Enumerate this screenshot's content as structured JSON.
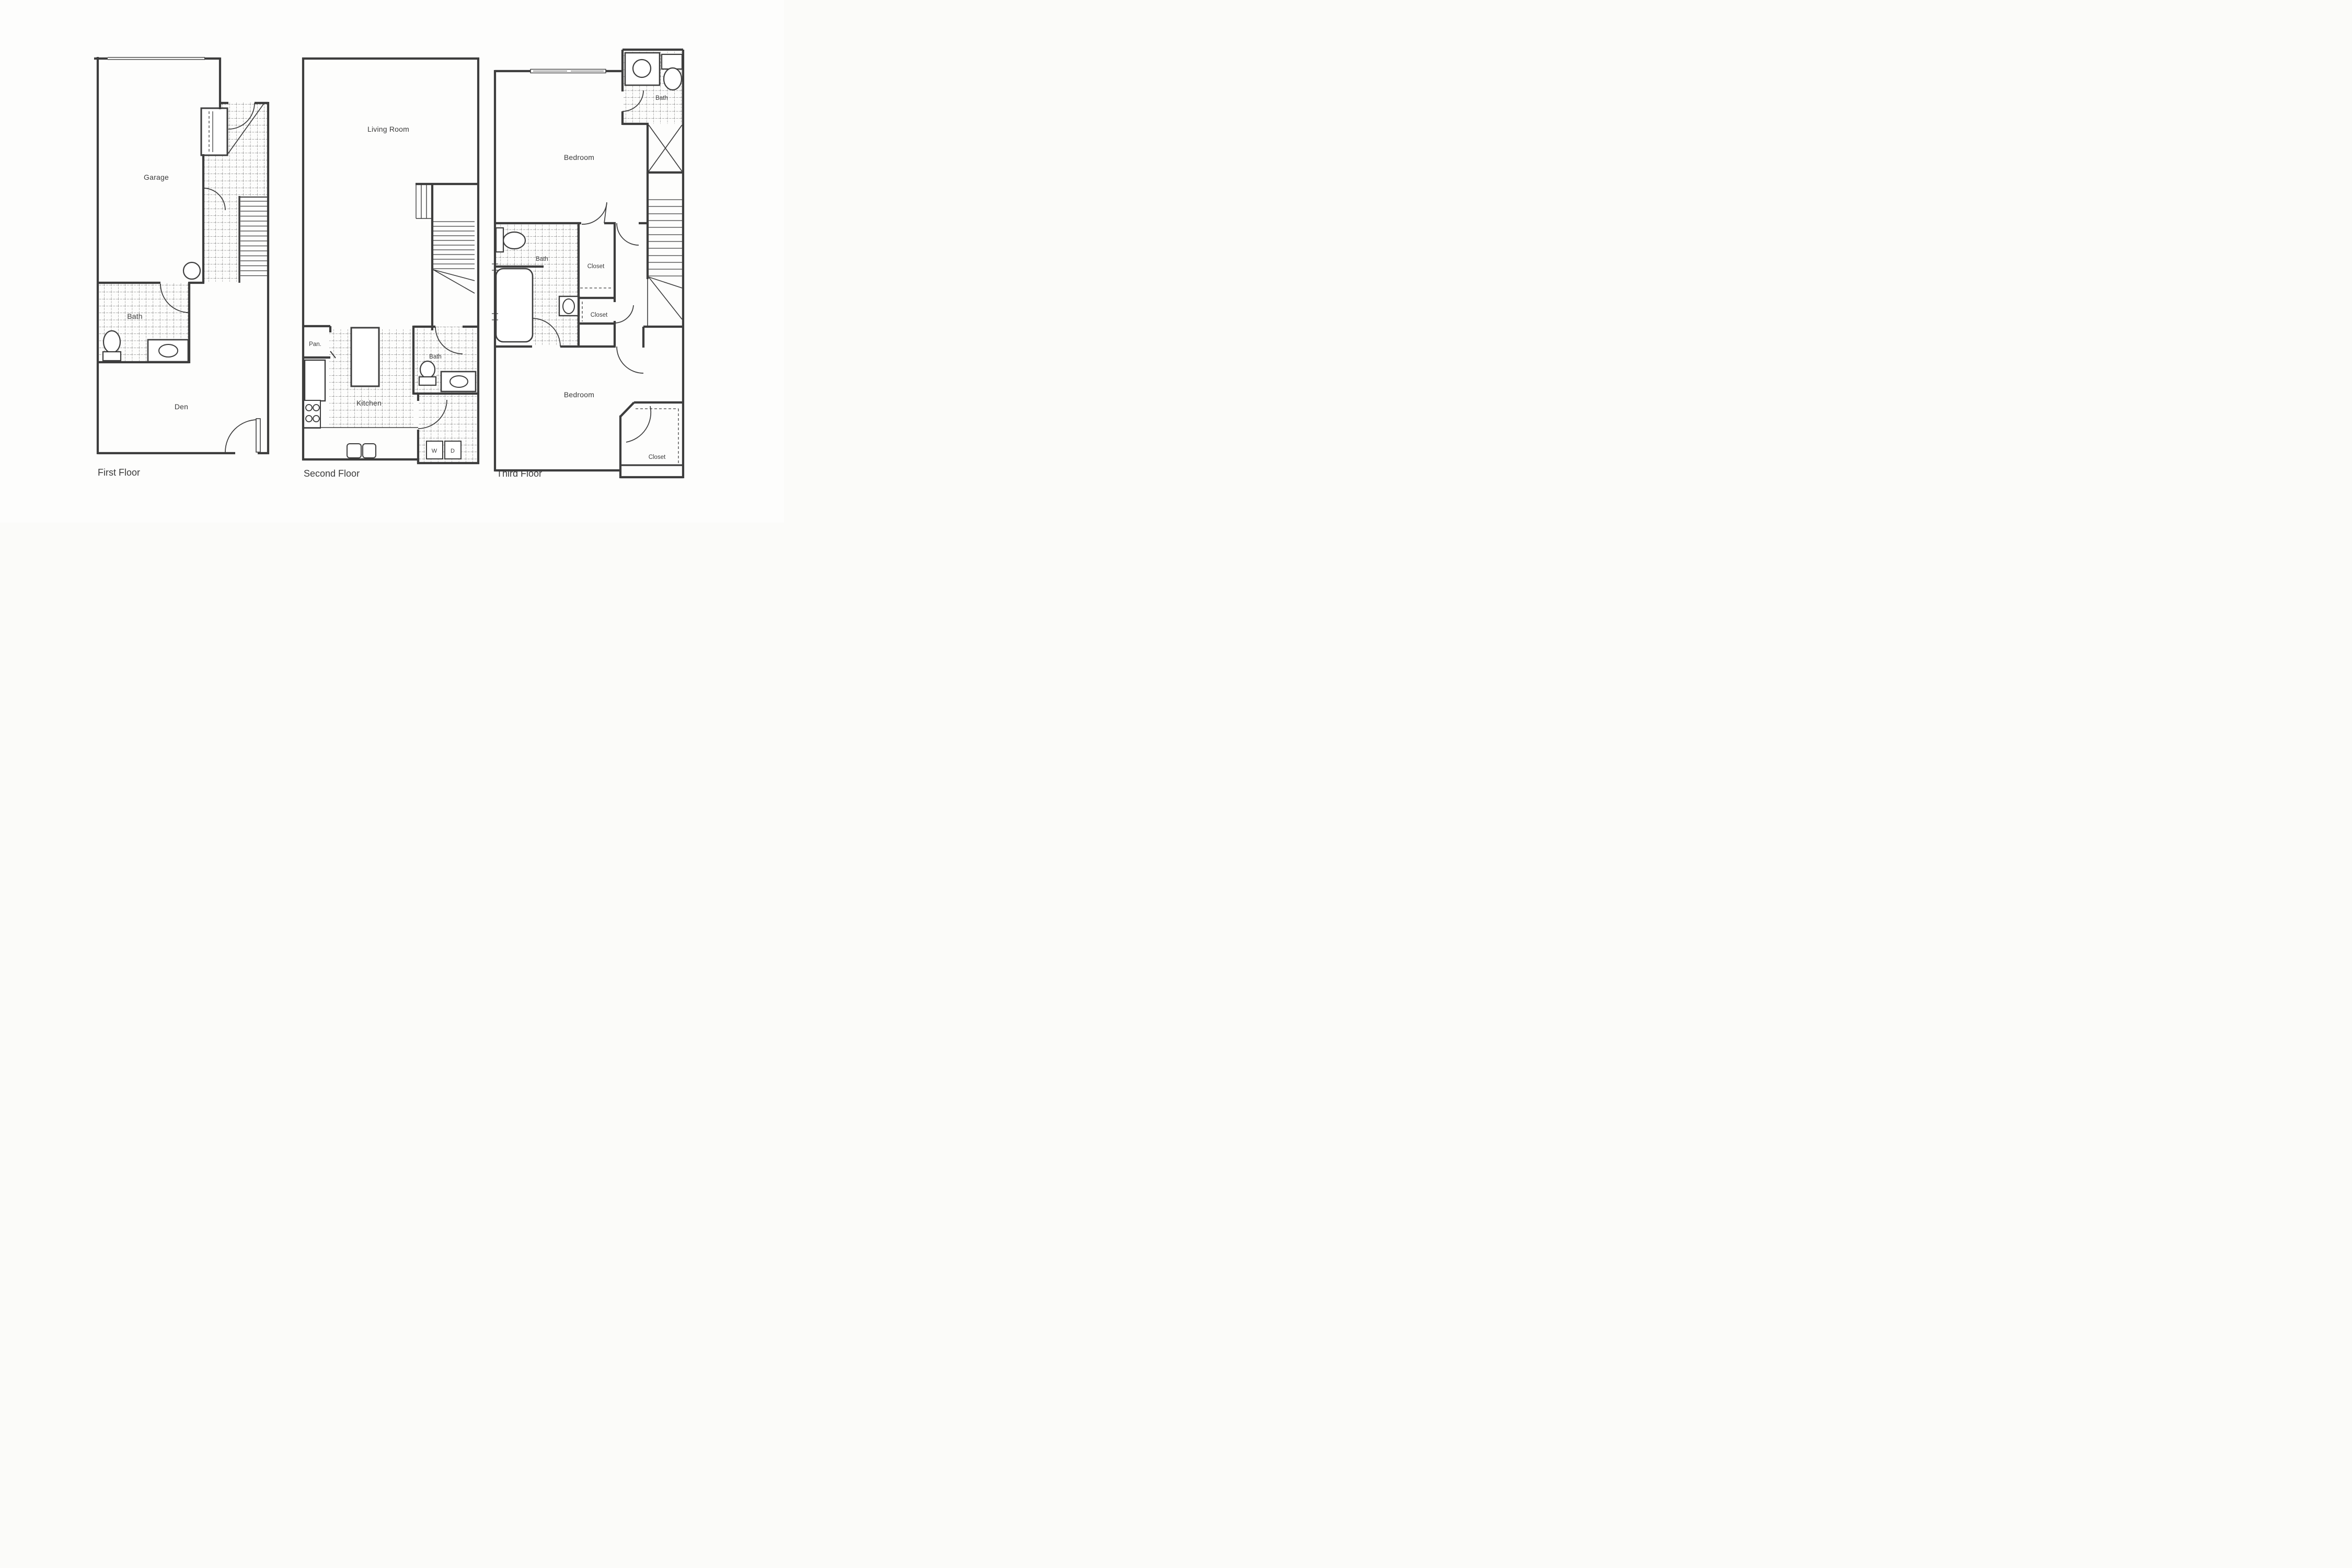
{
  "document": {
    "kind": "scanned architectural floor plan, three stacked levels of a townhouse",
    "palette": {
      "paper": "#fdfdfc",
      "ink": "#3d3d3d",
      "tile_line": "#5f5f5f"
    }
  },
  "floors": [
    {
      "title": "First Floor",
      "rooms": {
        "garage": "Garage",
        "bath": "Bath",
        "den": "Den"
      }
    },
    {
      "title": "Second Floor",
      "rooms": {
        "living_room": "Living Room",
        "pantry": "Pan.",
        "kitchen": "Kitchen",
        "bath": "Bath",
        "washer": "W",
        "dryer": "D"
      }
    },
    {
      "title": "Third Floor",
      "rooms": {
        "bath_upper": "Bath",
        "bedroom_upper": "Bedroom",
        "bath_middle": "Bath",
        "closet_hall": "Closet",
        "closet_small": "Closet",
        "bedroom_lower": "Bedroom",
        "closet_bedroom": "Closet"
      }
    }
  ]
}
